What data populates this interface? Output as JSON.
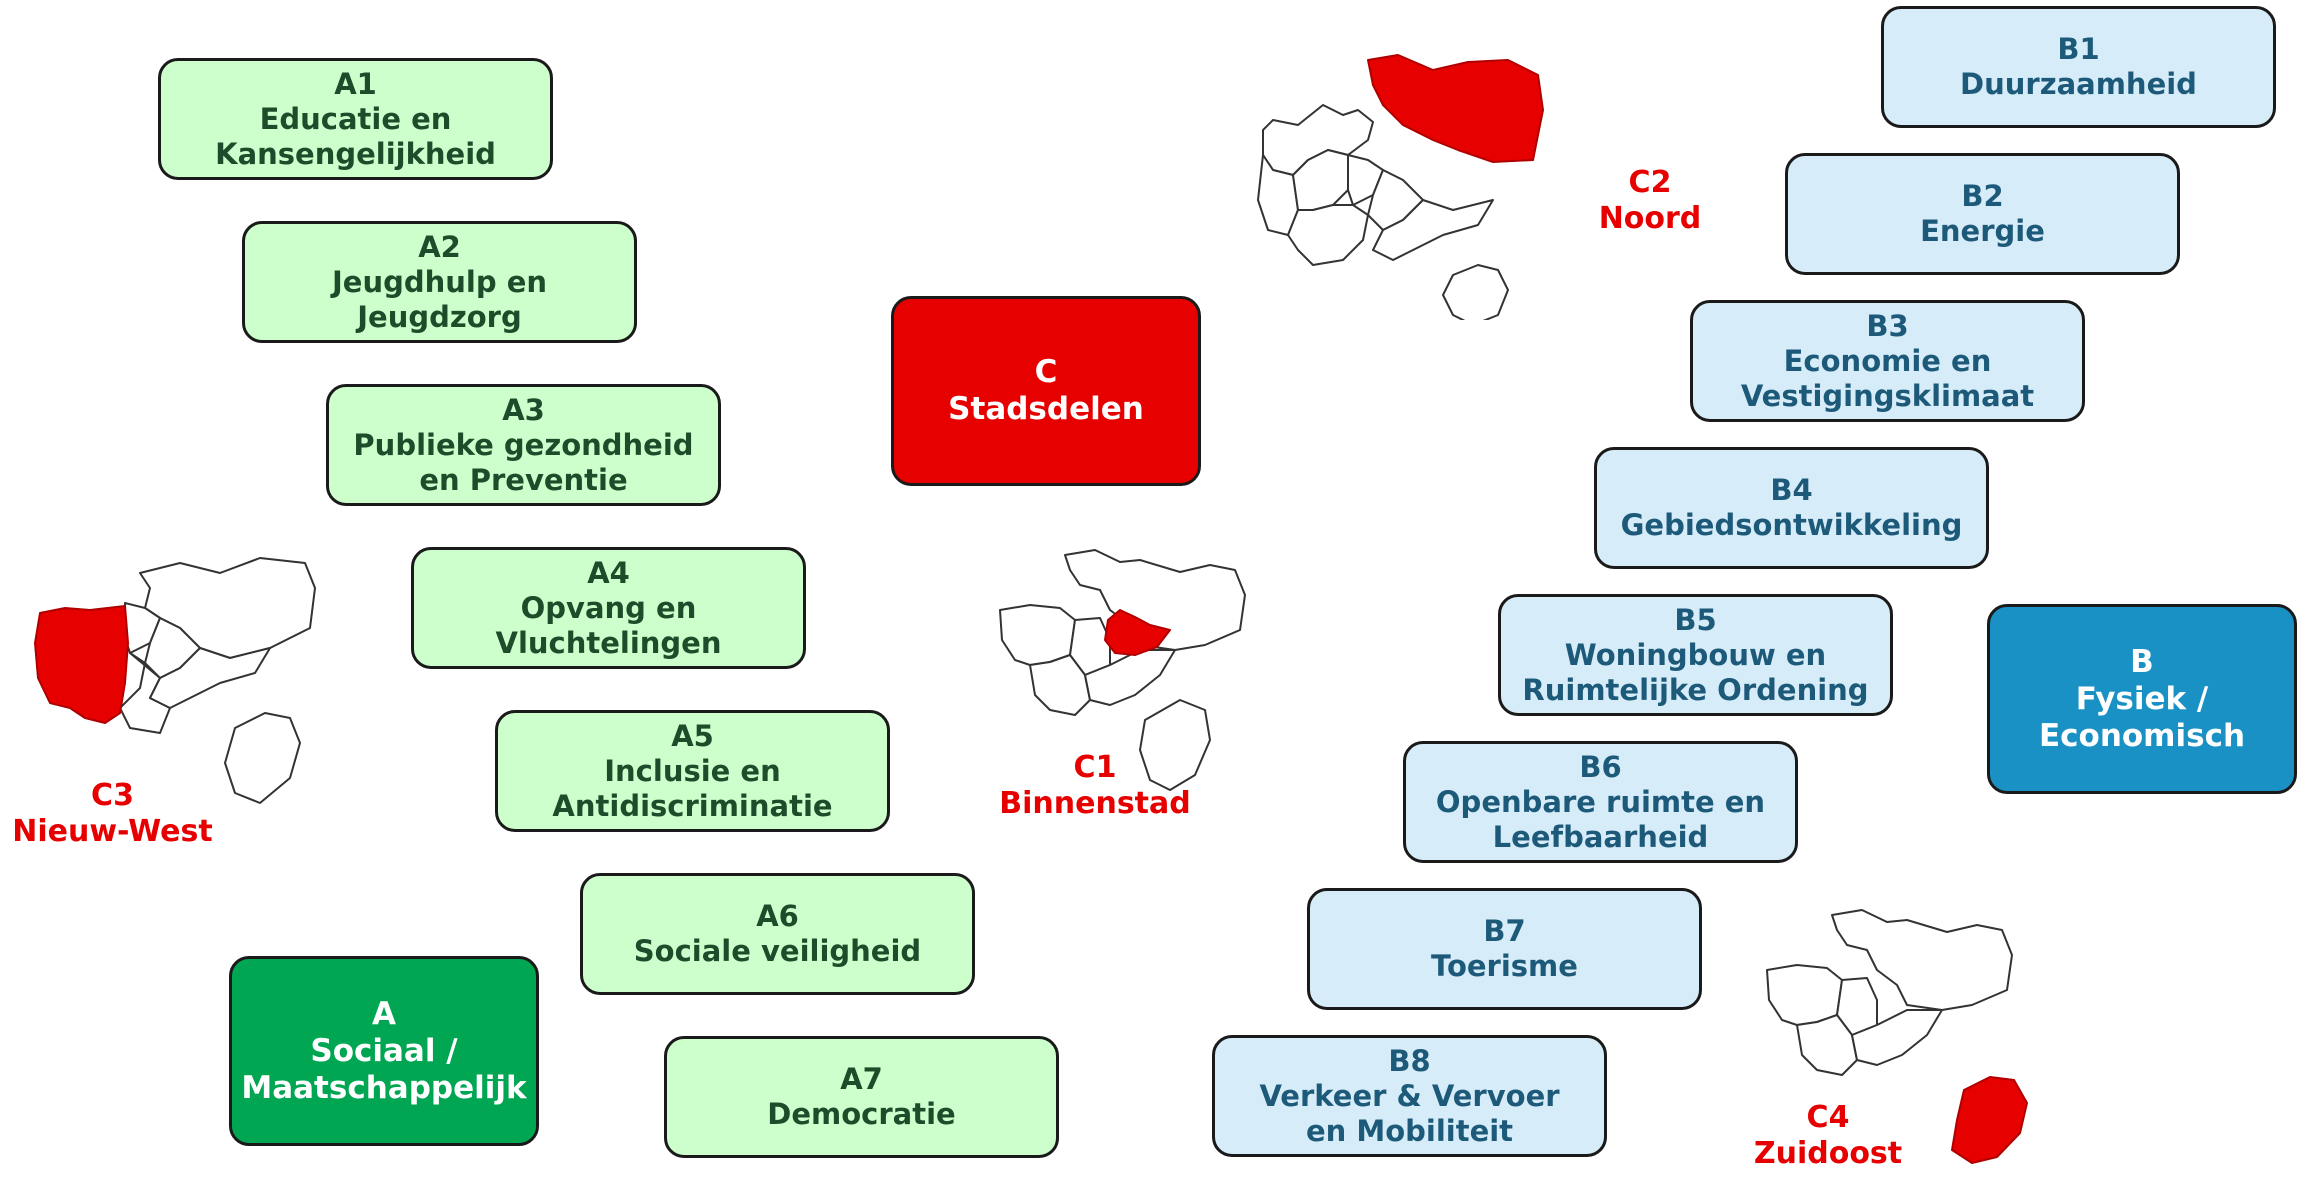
{
  "main": {
    "A": {
      "code": "A",
      "line1": "Sociaal /",
      "line2": "Maatschappelijk",
      "color": "#00a651"
    },
    "B": {
      "code": "B",
      "line1": "Fysiek /",
      "line2": "Economisch",
      "color": "#1a91c4"
    },
    "C": {
      "code": "C",
      "line1": "Stadsdelen",
      "color": "#e60000"
    }
  },
  "a_items": [
    {
      "code": "A1",
      "l1": "Educatie en",
      "l2": "Kansengelijkheid"
    },
    {
      "code": "A2",
      "l1": "Jeugdhulp en",
      "l2": "Jeugdzorg"
    },
    {
      "code": "A3",
      "l1": "Publieke gezondheid",
      "l2": "en Preventie"
    },
    {
      "code": "A4",
      "l1": "Opvang en",
      "l2": "Vluchtelingen"
    },
    {
      "code": "A5",
      "l1": "Inclusie en",
      "l2": "Antidiscriminatie"
    },
    {
      "code": "A6",
      "l1": "Sociale veiligheid"
    },
    {
      "code": "A7",
      "l1": "Democratie"
    }
  ],
  "b_items": [
    {
      "code": "B1",
      "l1": "Duurzaamheid"
    },
    {
      "code": "B2",
      "l1": "Energie"
    },
    {
      "code": "B3",
      "l1": "Economie en",
      "l2": "Vestigingsklimaat"
    },
    {
      "code": "B4",
      "l1": "Gebiedsontwikkeling"
    },
    {
      "code": "B5",
      "l1": "Woningbouw en",
      "l2": "Ruimtelijke Ordening"
    },
    {
      "code": "B6",
      "l1": "Openbare ruimte en",
      "l2": "Leefbaarheid"
    },
    {
      "code": "B7",
      "l1": "Toerisme"
    },
    {
      "code": "B8",
      "l1": "Verkeer & Vervoer",
      "l2": "en Mobiliteit"
    }
  ],
  "maps": {
    "C1": {
      "code": "C1",
      "name": "Binnenstad"
    },
    "C2": {
      "code": "C2",
      "name": "Noord"
    },
    "C3": {
      "code": "C3",
      "name": "Nieuw-West"
    },
    "C4": {
      "code": "C4",
      "name": "Zuidoost"
    }
  },
  "colors": {
    "a_fill": "#ccffcc",
    "a_text": "#1b4d2a",
    "b_fill": "#d6ecf8",
    "b_text": "#1d5a7a",
    "highlight": "#e60000"
  }
}
